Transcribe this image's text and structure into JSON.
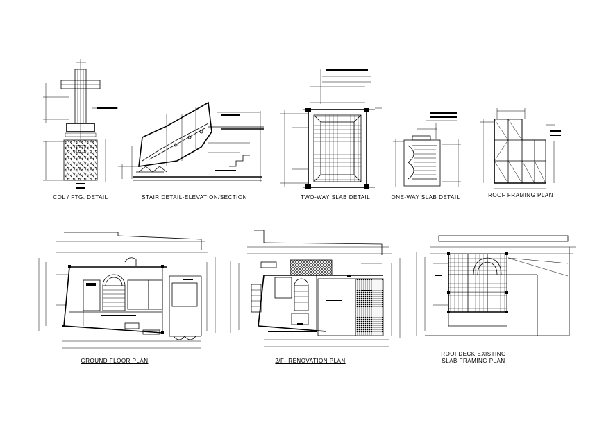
{
  "drawing_labels": {
    "col_ftg_detail": "COL / FTG. DETAIL",
    "stair_detail": "STAIR DETAIL-ELEVATION/SECTION",
    "two_way_slab": "TWO-WAY SLAB DETAIL",
    "one_way_slab": "ONE-WAY SLAB DETAIL",
    "roof_framing": "ROOF FRAMING PLAN",
    "ground_floor": "GROUND FLOOR PLAN",
    "renovation_2f": "2/F- RENOVATION PLAN",
    "roofdeck_line1": "ROOFDECK EXISTING",
    "roofdeck_line2": "SLAB FRAMING PLAN"
  }
}
